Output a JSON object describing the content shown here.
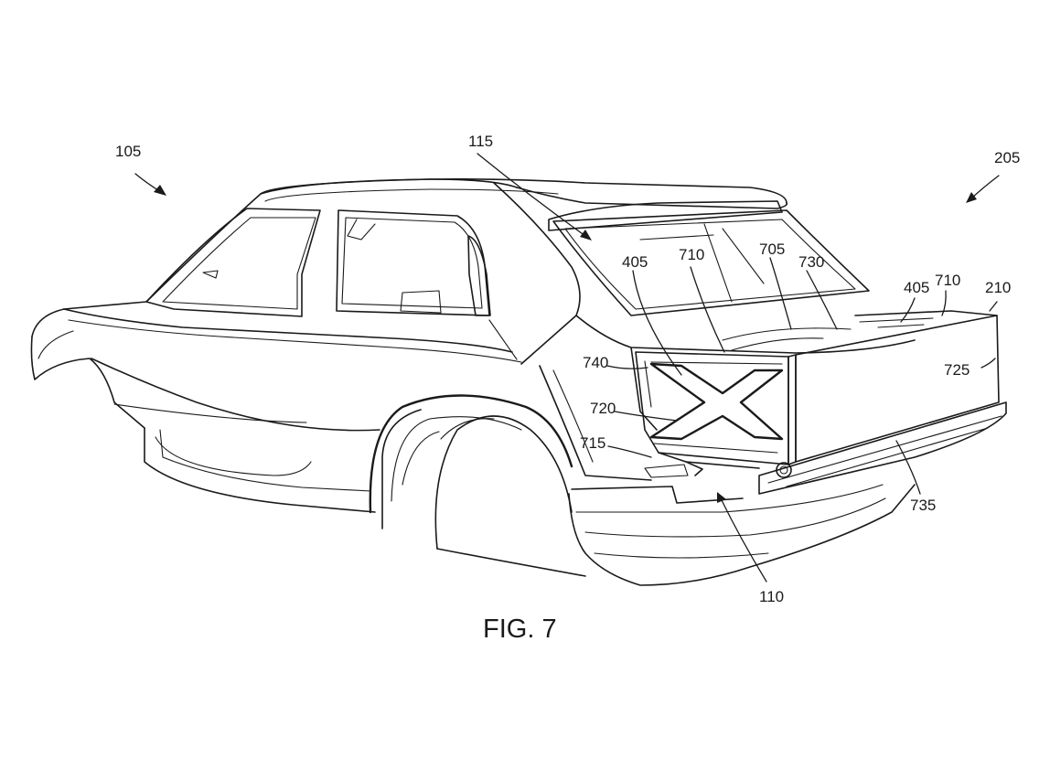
{
  "figure": {
    "caption": "FIG. 7",
    "labels": {
      "r105": "105",
      "r115": "115",
      "r205": "205",
      "r405a": "405",
      "r710a": "710",
      "r705": "705",
      "r730": "730",
      "r405b": "405",
      "r710b": "710",
      "r210": "210",
      "r740": "740",
      "r725": "725",
      "r720": "720",
      "r715": "715",
      "r735": "735",
      "r110": "110"
    }
  }
}
